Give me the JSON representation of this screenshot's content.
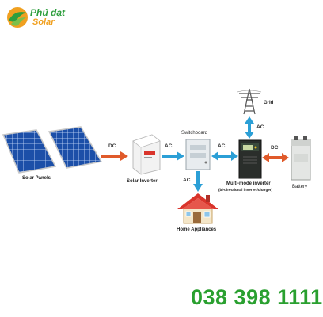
{
  "brand": {
    "name": "Phú đạt",
    "sub": "Solar"
  },
  "nodes": {
    "solar_panels": "Solar Panels",
    "solar_inverter": "Solar Inverter",
    "switchboard": "Switchboard",
    "home_appliances": "Home Appliances",
    "grid": "Grid",
    "multimode_title": "Multi-mode inverter",
    "multimode_sub": "(bi-directional inverter/charger)",
    "battery": "Battery"
  },
  "arrows": {
    "panels_to_inverter": "DC",
    "inverter_to_switchboard": "AC",
    "switchboard_multimode": "AC",
    "switchboard_to_home": "AC",
    "grid_multimode": "AC",
    "multimode_battery": "DC"
  },
  "phone": "038 398 1111",
  "colors": {
    "brand_green": "#2e9e3e",
    "brand_orange": "#f0a020",
    "ac_arrow": "#2b9fd6",
    "dc_arrow": "#e05a2a",
    "roof": "#d9342b",
    "phone_green": "#2aa030"
  }
}
